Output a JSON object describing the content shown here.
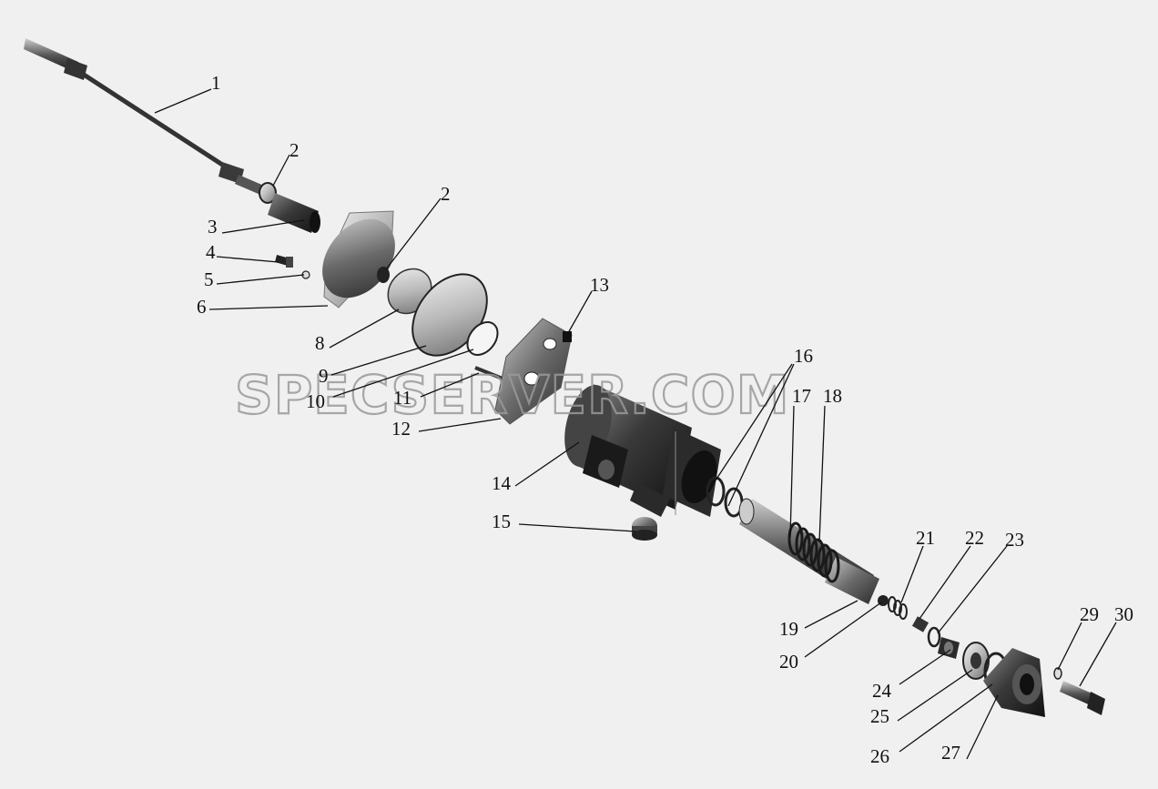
{
  "watermark": "SPECSERVER.COM",
  "labels": {
    "l1": "1",
    "l2a": "2",
    "l2b": "2",
    "l3": "3",
    "l4": "4",
    "l5": "5",
    "l6": "6",
    "l8": "8",
    "l9": "9",
    "l10": "10",
    "l11": "11",
    "l12": "12",
    "l13": "13",
    "l14": "14",
    "l15": "15",
    "l16": "16",
    "l17": "17",
    "l18": "18",
    "l19": "19",
    "l20": "20",
    "l21": "21",
    "l22": "22",
    "l23": "23",
    "l24": "24",
    "l25": "25",
    "l26": "26",
    "l27": "27",
    "l29": "29",
    "l30": "30"
  }
}
